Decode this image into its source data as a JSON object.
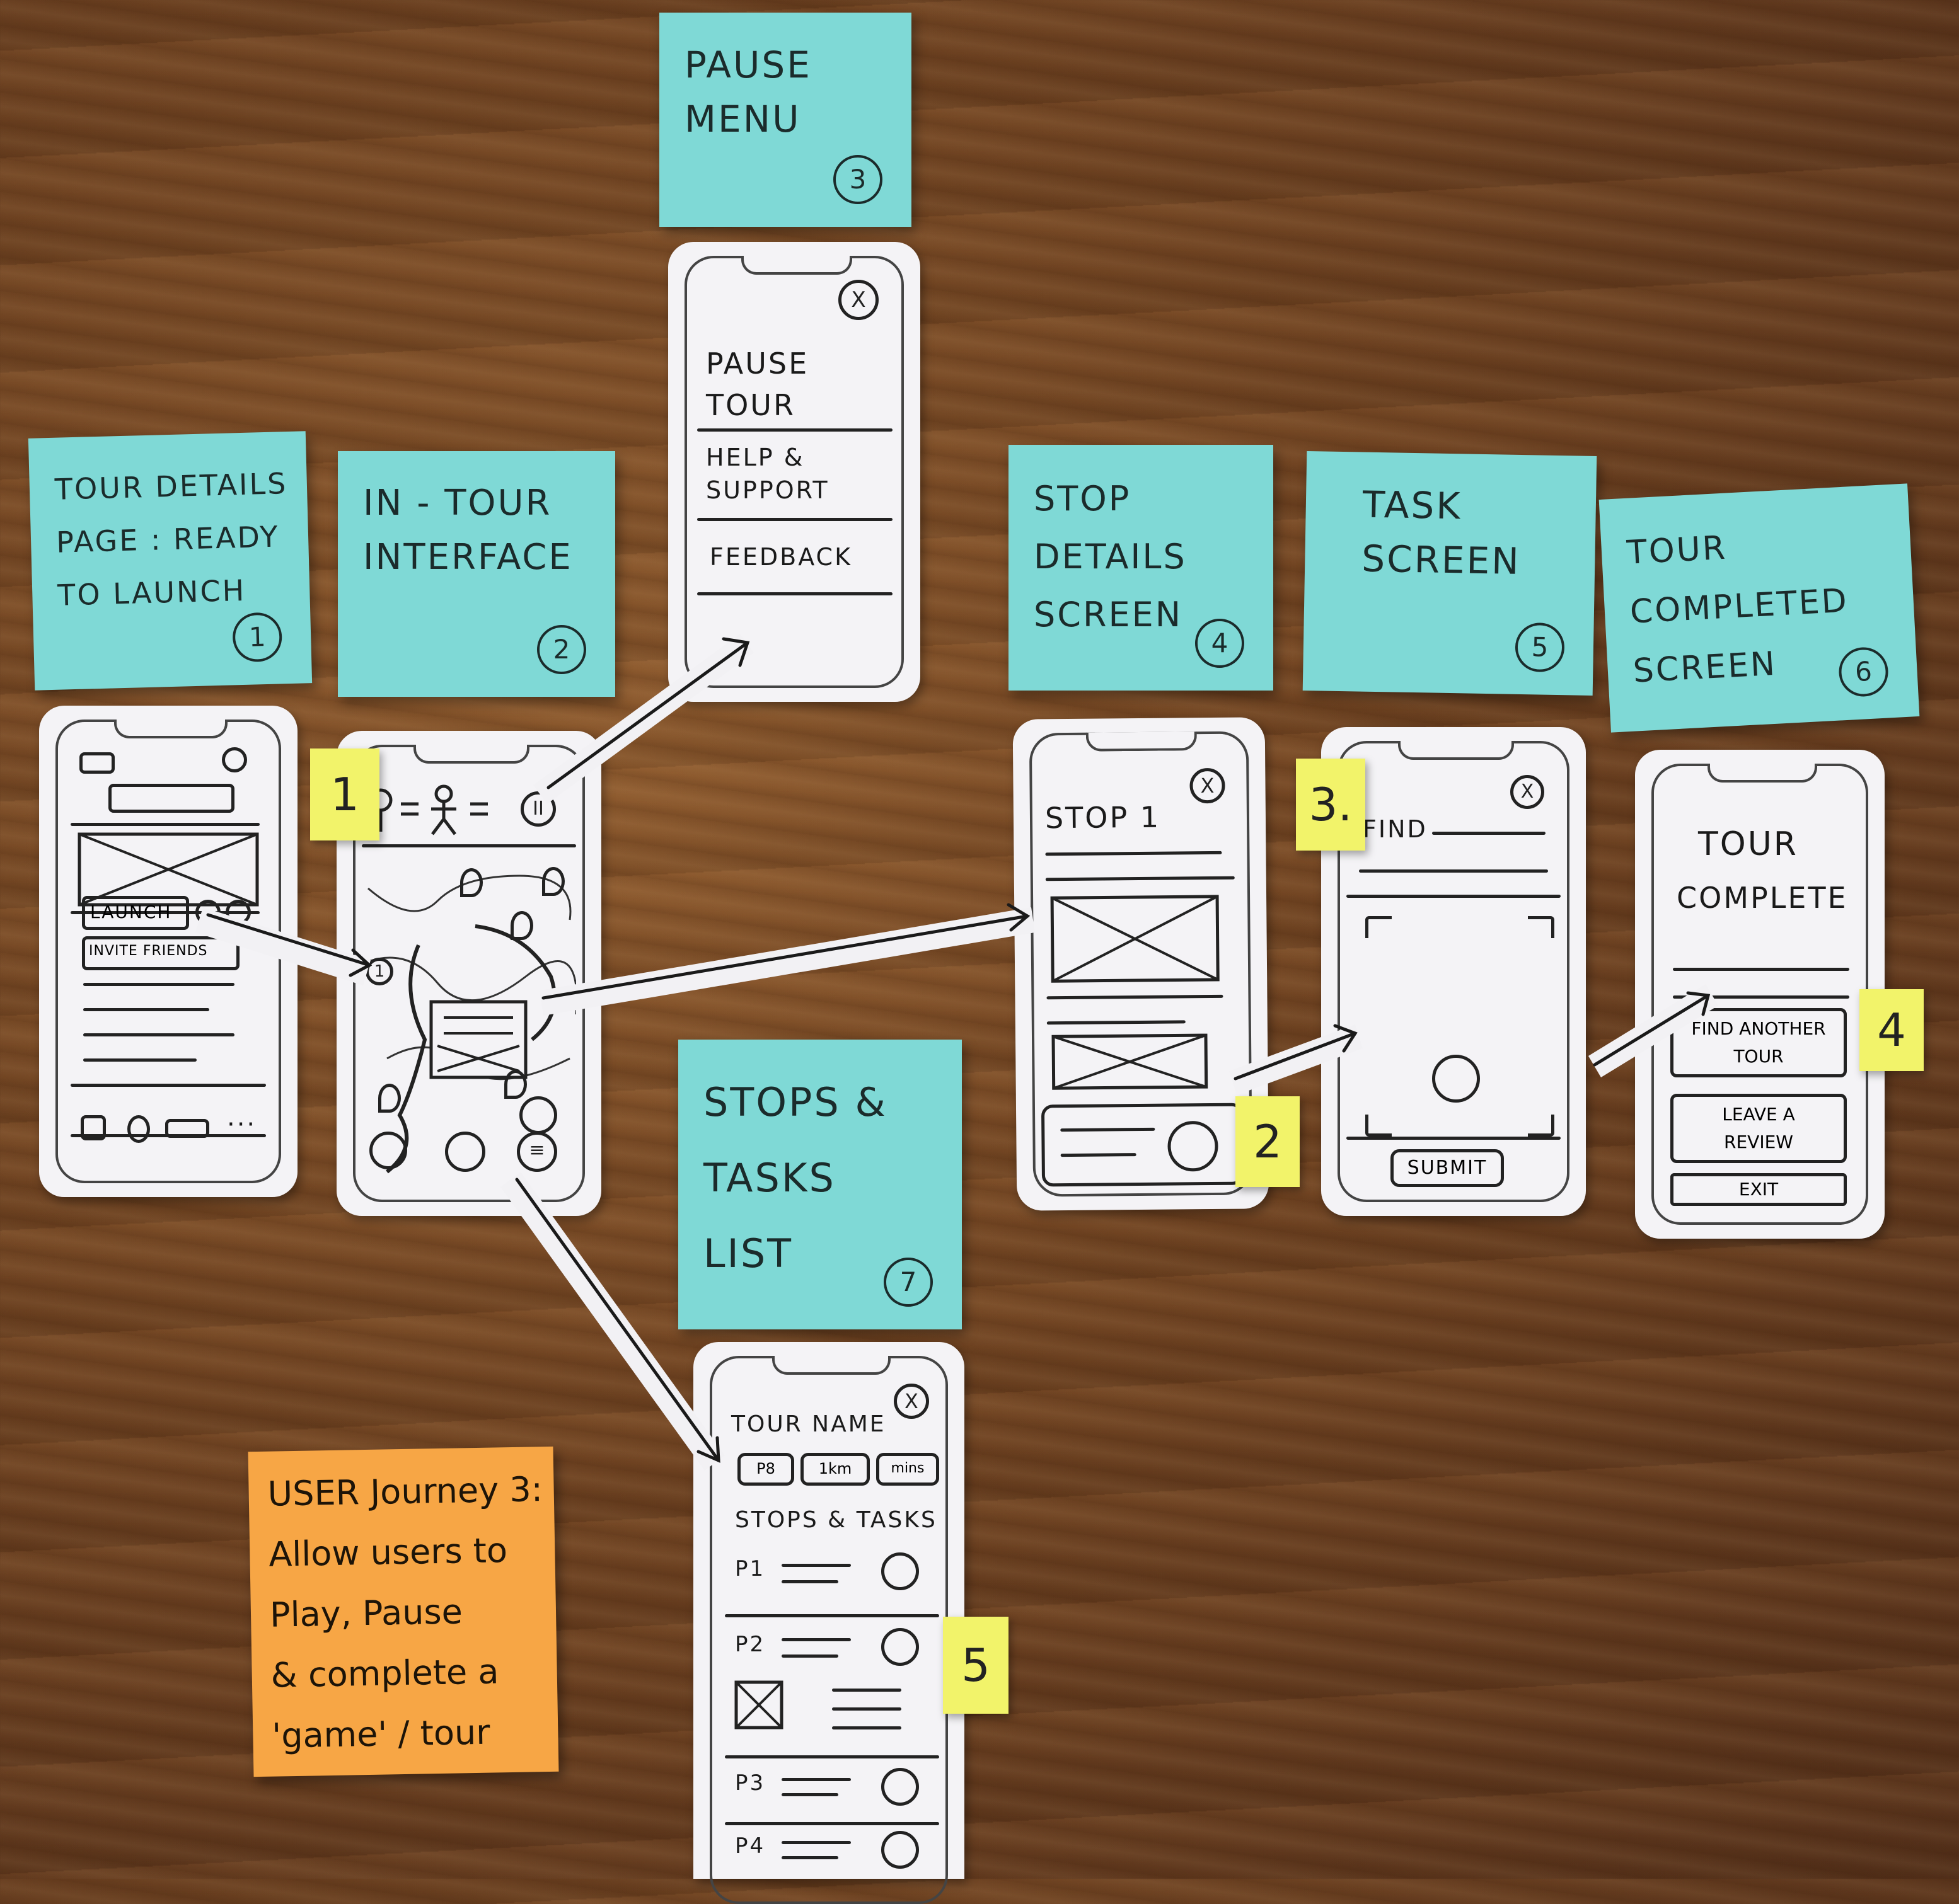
{
  "sticky_notes": [
    {
      "id": "pause-menu",
      "title": "PAUSE\nMENU",
      "number": "3"
    },
    {
      "id": "tour-details",
      "title": "TOUR DETAILS\nPAGE : READY\nTO LAUNCH",
      "number": "1"
    },
    {
      "id": "in-tour",
      "title": "IN - TOUR\nINTERFACE",
      "number": "2"
    },
    {
      "id": "stop-details",
      "title": "STOP\nDETAILS\nSCREEN",
      "number": "4"
    },
    {
      "id": "task-screen",
      "title": "TASK\nSCREEN",
      "number": "5"
    },
    {
      "id": "tour-completed",
      "title": "TOUR\nCOMPLETED\nSCREEN",
      "number": "6"
    },
    {
      "id": "stops-tasks",
      "title": "STOPS &\nTASKS\nLIST",
      "number": "7"
    }
  ],
  "yellow_notes": [
    "1",
    "3.",
    "2",
    "4",
    "5"
  ],
  "journey_note": {
    "lines": [
      "USER Journey 3:",
      "Allow users to",
      "Play, Pause",
      "& complete a",
      "'game' / tour"
    ]
  },
  "phones": {
    "tour_details": {
      "launch": "LAUNCH",
      "invite": "INVITE FRIENDS"
    },
    "pause_menu": {
      "close": "X",
      "items": [
        "PAUSE\nTOUR",
        "HELP &\nSUPPORT",
        "FEEDBACK"
      ]
    },
    "stop_details": {
      "title": "STOP 1",
      "close": "X"
    },
    "task": {
      "find": "FIND",
      "submit": "SUBMIT",
      "close": "X"
    },
    "completed": {
      "heading1": "TOUR",
      "heading2": "COMPLETE",
      "btn1": "FIND ANOTHER\nTOUR",
      "btn2": "LEAVE A\nREVIEW",
      "btn3": "EXIT"
    },
    "stops_list": {
      "close": "X",
      "tour_name": "TOUR NAME",
      "chips": [
        "P8",
        "1km",
        "mins"
      ],
      "section": "STOPS & TASKS",
      "rows": [
        "P1",
        "P2",
        "P3",
        "P4"
      ]
    }
  }
}
